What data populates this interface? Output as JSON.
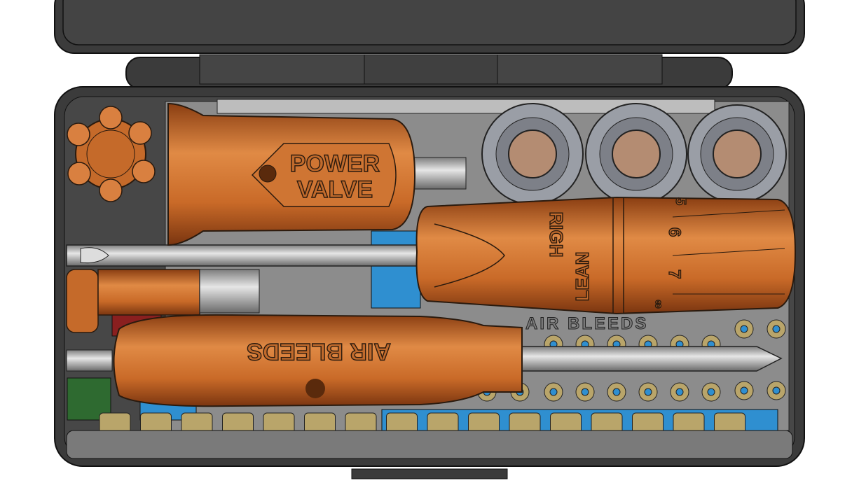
{
  "scene": {
    "driver_top": {
      "label_line1": "POWER",
      "label_line2": "VALVE"
    },
    "driver_right": {
      "label_rich": "RIGH",
      "label_lean": "LEAN",
      "dial_numbers": [
        "5",
        "6",
        "7",
        "8"
      ]
    },
    "driver_bottom": {
      "label": "AIR BLEEDS"
    },
    "floor_label": "AIR BLEEDS"
  },
  "colors": {
    "case": "#3b3b3b",
    "floor": "#8c8c8c",
    "handle": "#c56a2a",
    "insert_blue": "#2f8fd0",
    "brass": "#b9a56a"
  }
}
